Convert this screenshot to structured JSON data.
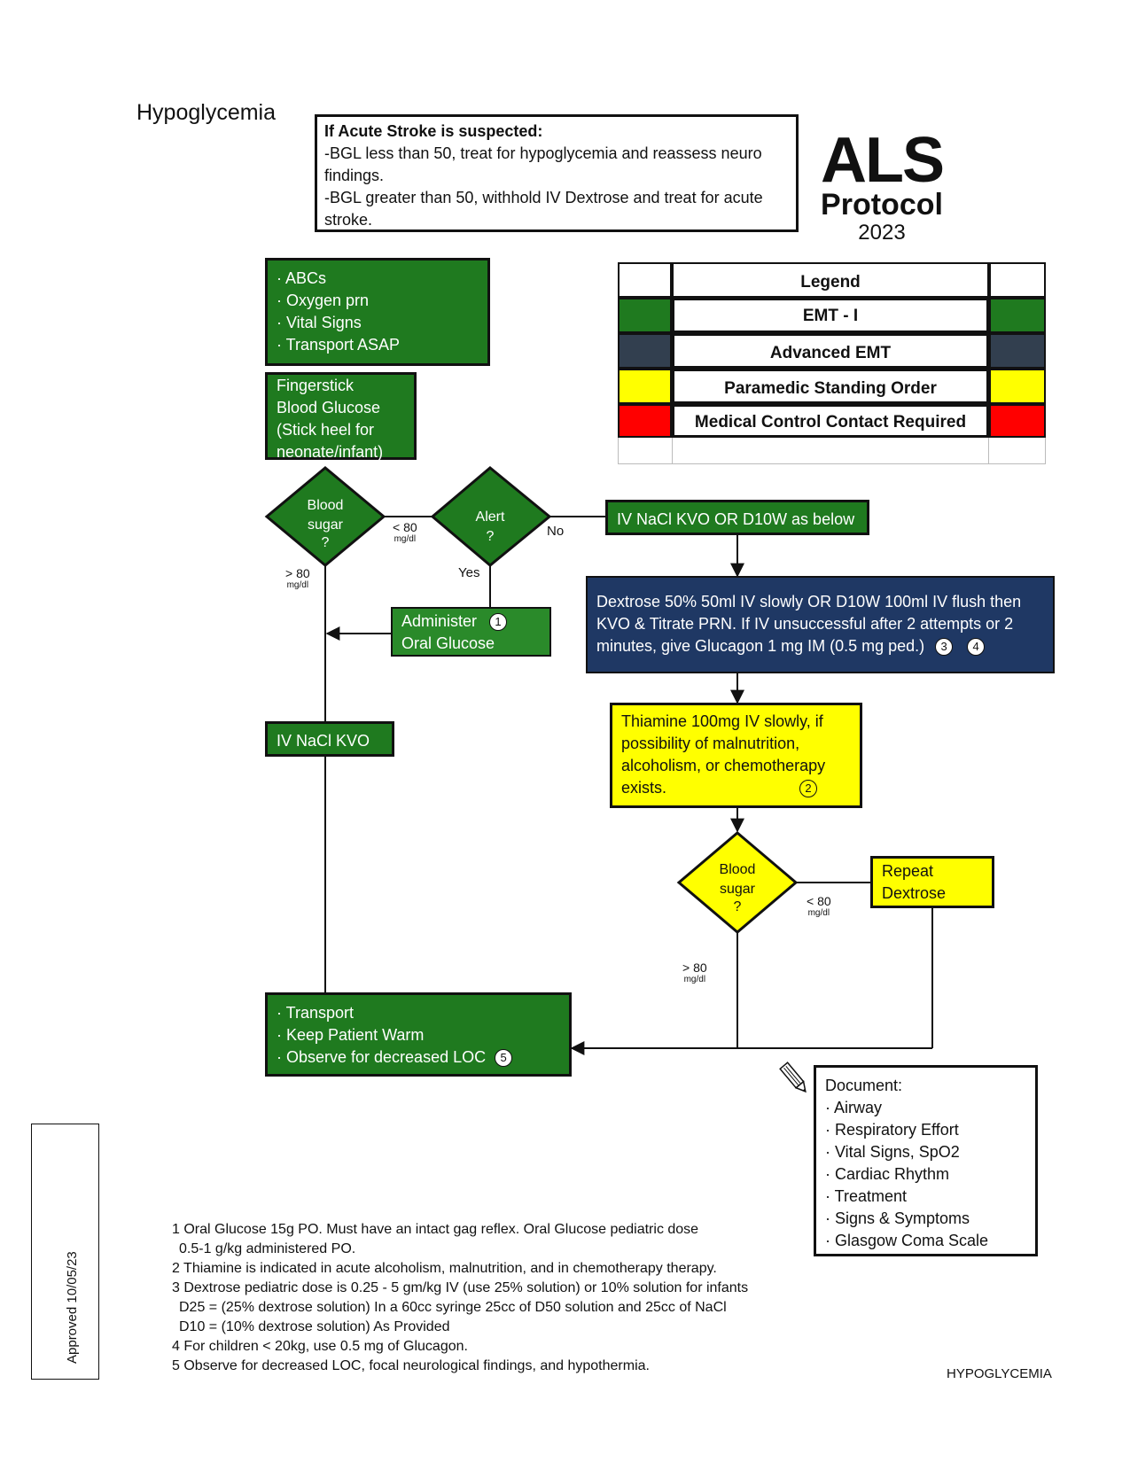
{
  "page_title": "Hypoglycemia",
  "stroke_box": {
    "heading": "If Acute Stroke is suspected:",
    "lines": [
      "-BGL less than 50, treat for hypoglycemia and reassess neuro",
      "findings.",
      "-BGL greater than 50, withhold IV Dextrose and treat for acute",
      "stroke."
    ]
  },
  "logo": {
    "line1": "ALS",
    "line2": "Protocol",
    "year": "2023"
  },
  "legend": {
    "title": "Legend",
    "items": [
      {
        "label": "EMT - I",
        "color": "#1f7a1f"
      },
      {
        "label": "Advanced EMT",
        "color": "#323f4f"
      },
      {
        "label": "Paramedic Standing Order",
        "color": "#ffff00"
      },
      {
        "label": "Medical Control Contact Required",
        "color": "#ff0000"
      }
    ]
  },
  "initial_box": {
    "lines": [
      "· ABCs",
      "· Oxygen prn",
      "· Vital Signs",
      "· Transport ASAP"
    ]
  },
  "fingerstick_box": {
    "lines": [
      "Fingerstick",
      "Blood Glucose",
      "(Stick heel for",
      "neonate/infant)"
    ]
  },
  "decision1": {
    "lines": [
      "Blood",
      "sugar",
      "?"
    ]
  },
  "decision2": {
    "lines": [
      "Alert",
      "?"
    ]
  },
  "edge_labels": {
    "le80_top": "< 80",
    "le80_top_unit": "mg/dl",
    "gt80_left": "> 80",
    "gt80_left_unit": "mg/dl",
    "yes": "Yes",
    "no": "No",
    "le80_bottom": "< 80",
    "le80_bottom_unit": "mg/dl",
    "gt80_bottom": "> 80",
    "gt80_bottom_unit": "mg/dl"
  },
  "iv_d10w_box": {
    "text": "IV NaCl KVO OR D10W as below"
  },
  "oral_glucose_box": {
    "lines": [
      "Administer",
      "Oral Glucose"
    ],
    "ref": "1"
  },
  "dextrose_box": {
    "lines": [
      "Dextrose 50% 50ml IV slowly OR D10W 100ml IV flush then",
      "KVO & Titrate PRN. If IV unsuccessful after 2 attempts or 2",
      "minutes, give Glucagon 1 mg IM (0.5 mg ped.)"
    ],
    "refs": [
      "3",
      "4"
    ]
  },
  "iv_nacl_box": {
    "text": "IV NaCl KVO"
  },
  "thiamine_box": {
    "lines": [
      "Thiamine 100mg IV slowly, if",
      "possibility of malnutrition,",
      "alcoholism, or chemotherapy",
      "exists."
    ],
    "ref": "2"
  },
  "decision3": {
    "lines": [
      "Blood",
      "sugar",
      "?"
    ]
  },
  "repeat_box": {
    "lines": [
      "Repeat",
      "Dextrose"
    ]
  },
  "transport_box": {
    "lines": [
      "· Transport",
      "· Keep Patient Warm",
      "· Observe for decreased LOC"
    ],
    "ref": "5"
  },
  "document_box": {
    "title": "Document:",
    "items": [
      "· Airway",
      "· Respiratory Effort",
      "· Vital Signs, SpO2",
      "· Cardiac Rhythm",
      "· Treatment",
      "· Signs & Symptoms",
      "· Glasgow Coma Scale"
    ]
  },
  "approved": "Approved  10/05/23",
  "footnotes": [
    "1 Oral Glucose 15g PO.  Must have an intact gag reflex. Oral Glucose pediatric dose",
    "   0.5-1 g/kg administered PO.",
    "2 Thiamine is indicated in acute alcoholism, malnutrition, and in chemotherapy therapy.",
    "3 Dextrose pediatric dose is 0.25 - 5 gm/kg IV (use 25% solution) or 10% solution for infants",
    "   D25 = (25% dextrose solution) In a 60cc syringe 25cc of D50 solution and 25cc of NaCl",
    "   D10 = (10% dextrose solution) As Provided",
    "4 For children < 20kg, use 0.5 mg of Glucagon.",
    "5 Observe for decreased LOC, focal neurological findings, and hypothermia."
  ],
  "footer_label": "HYPOGLYCEMIA",
  "icons": {
    "document": "pencil-icon"
  }
}
